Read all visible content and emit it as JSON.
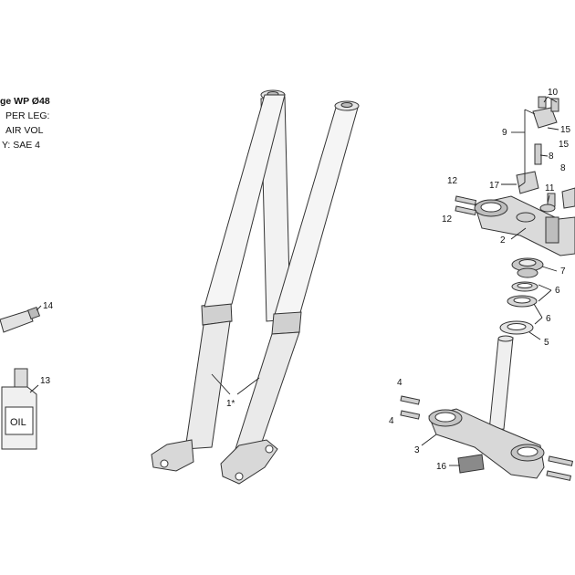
{
  "notes": {
    "title": "ge WP Ø48",
    "line1": "PER LEG:",
    "line2": "AIR VOL",
    "line3": "Y: SAE 4"
  },
  "oil_label": "OIL",
  "callouts": {
    "c1": "1*",
    "c2": "2",
    "c3": "3",
    "c4a": "4",
    "c4b": "4",
    "c5": "5",
    "c6a": "6",
    "c6b": "6",
    "c7": "7",
    "c8a": "8",
    "c8b": "8",
    "c9": "9",
    "c10": "10",
    "c11": "11",
    "c12a": "12",
    "c12b": "12",
    "c13": "13",
    "c14": "14",
    "c15a": "15",
    "c15b": "15",
    "c16": "16",
    "c17": "17"
  },
  "colors": {
    "line": "#333333",
    "metal": "#d9d9d9",
    "dark": "#9a9a9a",
    "seal": "#bfbfbf"
  }
}
